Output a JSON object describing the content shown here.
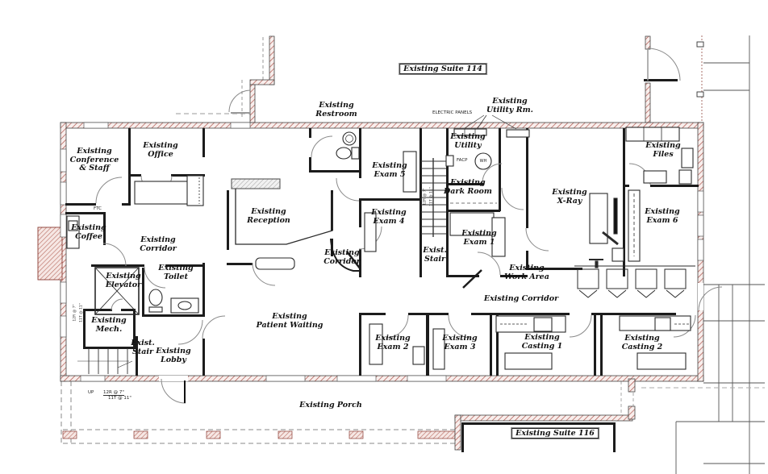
{
  "suites": [
    {
      "label": "Existing Suite 114"
    },
    {
      "label": "Existing Suite 116"
    }
  ],
  "rooms": [
    {
      "label": "Existing\nRestroom"
    },
    {
      "label": "Existing\nUtility Rm."
    },
    {
      "label": "Existing\nOffice"
    },
    {
      "label": "Existing\nConference\n& Staff"
    },
    {
      "label": "Existing\nUtility"
    },
    {
      "label": "Existing\nFiles"
    },
    {
      "label": "Existing\nExam 5"
    },
    {
      "label": "Existing\nDark Room"
    },
    {
      "label": "Existing\nX-Ray"
    },
    {
      "label": "Existing\nReception"
    },
    {
      "label": "Existing\nExam 4"
    },
    {
      "label": "Existing\nCoffee"
    },
    {
      "label": "Existing\nCorridor"
    },
    {
      "label": "Existing\nExam 1"
    },
    {
      "label": "Existing\nExam 6"
    },
    {
      "label": "Existing\nCorridor"
    },
    {
      "label": "Exist.\nStair"
    },
    {
      "label": "Existing\nElevator"
    },
    {
      "label": "Existing\nToilet"
    },
    {
      "label": "Existing\nWork Area"
    },
    {
      "label": "Existing Corridor"
    },
    {
      "label": "Existing\nMech."
    },
    {
      "label": "Exist.\nStair"
    },
    {
      "label": "Existing\nLobby"
    },
    {
      "label": "Existing\nPatient Waiting"
    },
    {
      "label": "Existing\nExam 2"
    },
    {
      "label": "Existing\nExam 3"
    },
    {
      "label": "Existing\nCasting 1"
    },
    {
      "label": "Existing\nCasting 2"
    },
    {
      "label": "Existing Porch"
    }
  ],
  "annotations": {
    "electric_panels": "ELECTRIC PANELS",
    "facp": "FACP",
    "water_heater": "WH",
    "ftc": "FTC",
    "stair_up": "UP",
    "stair_risers": "12R @ 7\"",
    "stair_treads": "11T @ 11\""
  },
  "colors": {
    "wall_hatch": "#a84b42",
    "wall_line": "#1c1c1c",
    "door_arc": "#8a8a8a"
  }
}
